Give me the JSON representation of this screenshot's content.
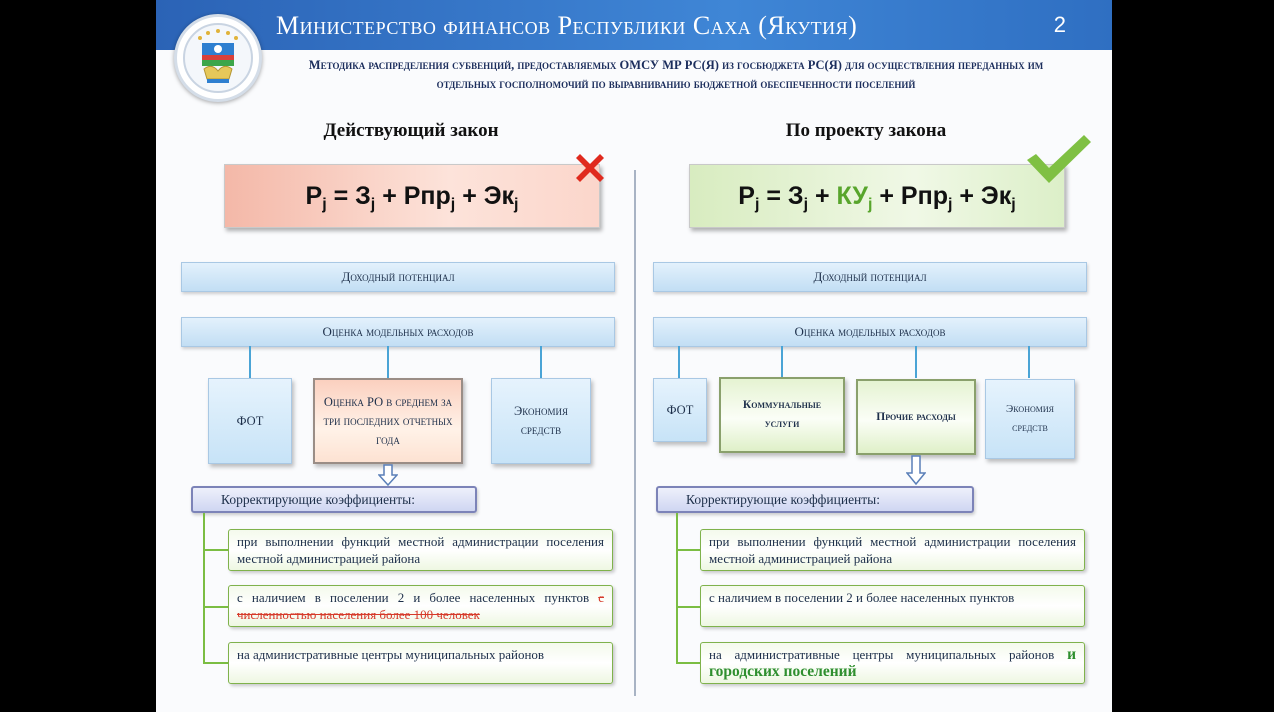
{
  "header": {
    "title": "Министерство финансов Республики Саха (Якутия)",
    "page_number": "2"
  },
  "subtitle": "Методика распределения субвенций, предоставляемых ОМСУ МР РС(Я) из госбюджета РС(Я) для осуществления переданных им отдельных госполномочий по выравниванию бюджетной обеспеченности поселений",
  "left": {
    "heading": "Действующий закон",
    "formula": {
      "p1": "P",
      "s1": "j",
      "p2": " = З",
      "s2": "j",
      "p3": " + Рпр",
      "s3": "j",
      "p4": " + Эк",
      "s4": "j"
    },
    "income_bar": "Доходный потенциал",
    "expense_bar": "Оценка модельных расходов",
    "boxes": [
      "ФОТ",
      "Оценка РО в среднем за три последних отчетных года",
      "Экономия средств"
    ],
    "corr_label": "Корректирующие коэффициенты:",
    "items": [
      {
        "text": "при выполнении функций местной администрации поселения местной администрацией района",
        "strike": ""
      },
      {
        "text": "с наличием в поселении 2 и более населенных пунктов ",
        "strike": "с численностью населения более 100 человек"
      },
      {
        "text": "на административные центры муниципальных районов",
        "strike": ""
      }
    ]
  },
  "right": {
    "heading": "По проекту закона",
    "formula": {
      "p1": "P",
      "s1": "j",
      "p2": " = З",
      "s2": "j",
      "p3": " + ",
      "g": "КУ",
      "gs": "j",
      "p4": " + Рпр",
      "s4": "j",
      "p5": " + Эк",
      "s5": "j"
    },
    "income_bar": "Доходный потенциал",
    "expense_bar": "Оценка модельных расходов",
    "boxes": [
      "ФОТ",
      "Коммунальные услуги",
      "Прочие расходы",
      "Экономия средств"
    ],
    "corr_label": "Корректирующие коэффициенты:",
    "items": [
      {
        "text": "при выполнении функций местной администрации поселения местной администрацией района",
        "add": ""
      },
      {
        "text": "с наличием в поселении 2 и более населенных пунктов",
        "add": ""
      },
      {
        "text": "на административные центры муниципальных районов ",
        "add": "и городских поселений"
      }
    ]
  },
  "colors": {
    "header": "#2f6fc2",
    "reject_mark": "#e02a1e",
    "accept_mark": "#7fc043",
    "highlight_green": "#58a52c"
  },
  "icons": [
    "coat-of-arms-emblem",
    "red-cross-icon",
    "green-check-icon",
    "down-arrow-icon"
  ]
}
